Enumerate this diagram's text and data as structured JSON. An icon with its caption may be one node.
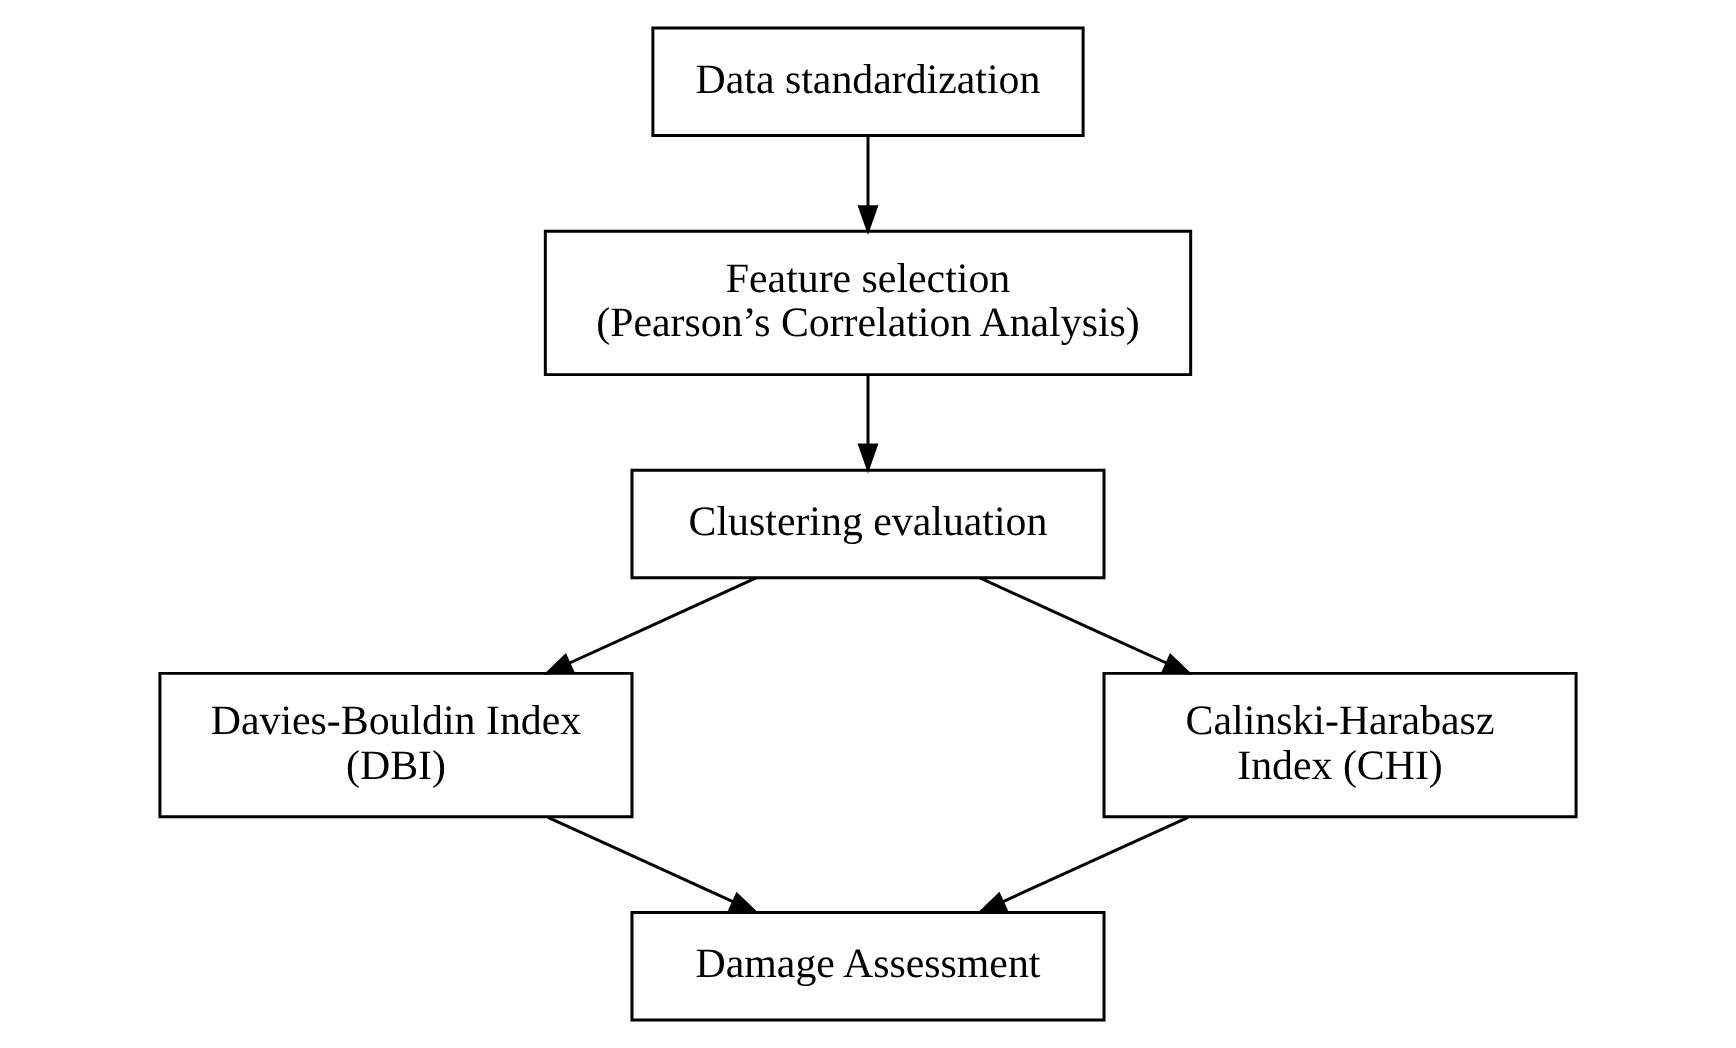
{
  "diagram": {
    "nodes": [
      {
        "text": [
          "Data standardization"
        ]
      },
      {
        "text": [
          "Feature selection",
          "(Pearson’s Correlation Analysis)"
        ]
      },
      {
        "text": [
          "Clustering evaluation"
        ]
      },
      {
        "text": [
          "Davies-Bouldin Index (DBI)"
        ]
      },
      {
        "text": [
          "Calinski-Harabasz Index (CHI)"
        ]
      },
      {
        "text": [
          "Damage Assessment"
        ]
      }
    ],
    "edges": [
      {
        "from": 0,
        "to": 1,
        "arrow": "to"
      },
      {
        "from": 1,
        "to": 2,
        "arrow": "to"
      },
      {
        "from": 2,
        "to": 3,
        "arrow": "to"
      },
      {
        "from": 2,
        "to": 4,
        "arrow": "to"
      },
      {
        "from": 3,
        "to": 5,
        "arrow": "to"
      },
      {
        "from": 4,
        "to": 5,
        "arrow": "to"
      }
    ]
  }
}
